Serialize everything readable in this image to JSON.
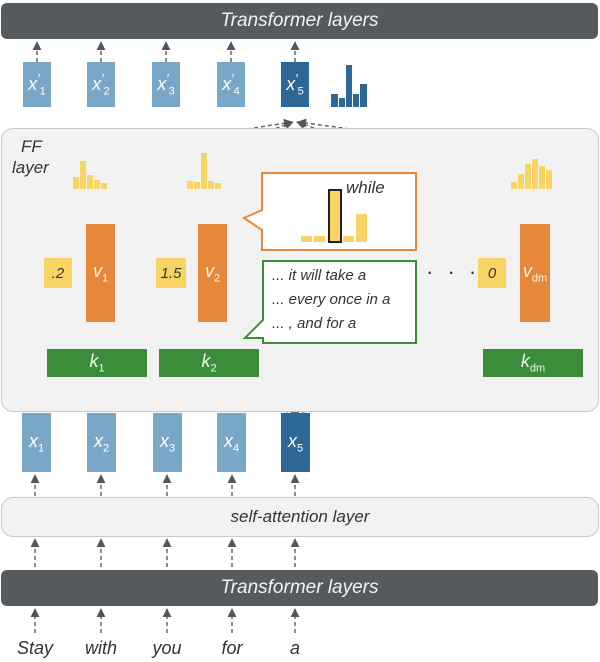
{
  "top_bar": {
    "label": "Transformer layers"
  },
  "bottom_bar": {
    "label": "Transformer layers"
  },
  "ff_layer": {
    "label_line1": "FF",
    "label_line2": "layer"
  },
  "attention": {
    "label": "self-attention layer"
  },
  "outputs": [
    {
      "base": "x",
      "prime": "′",
      "sub": "1"
    },
    {
      "base": "x",
      "prime": "′",
      "sub": "2"
    },
    {
      "base": "x",
      "prime": "′",
      "sub": "3"
    },
    {
      "base": "x",
      "prime": "′",
      "sub": "4"
    },
    {
      "base": "x",
      "prime": "′",
      "sub": "5"
    }
  ],
  "inputs": [
    {
      "base": "x",
      "sub": "1"
    },
    {
      "base": "x",
      "sub": "2"
    },
    {
      "base": "x",
      "sub": "3"
    },
    {
      "base": "x",
      "sub": "4"
    },
    {
      "base": "x",
      "sub": "5"
    }
  ],
  "values": [
    {
      "base": "v",
      "sub": "1"
    },
    {
      "base": "v",
      "sub": "2"
    },
    {
      "base": "v",
      "sub": "dm"
    }
  ],
  "keys": [
    {
      "base": "k",
      "sub": "1"
    },
    {
      "base": "k",
      "sub": "2"
    },
    {
      "base": "k",
      "sub": "dm"
    }
  ],
  "coefficients": [
    ".2",
    "1.5",
    "0"
  ],
  "ellipsis": "· · ·",
  "value_callout": {
    "word": "while"
  },
  "key_callout": {
    "lines": [
      "... it will take a",
      "... every once in a",
      "... , and for a"
    ]
  },
  "words": [
    "Stay",
    "with",
    "you",
    "for",
    "a"
  ],
  "colors": {
    "token_light": "#7aa7c7",
    "token_dark": "#2d6796",
    "value": "#e5883a",
    "key": "#3c8d3a",
    "coefficient": "#f8d465",
    "bar_dark": "#555a5f"
  }
}
